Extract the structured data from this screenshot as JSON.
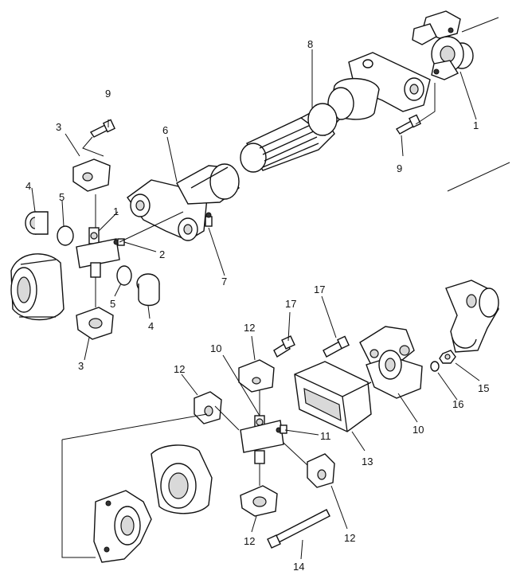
{
  "callouts": {
    "c1_top": "1",
    "c1_left": "1",
    "c2": "2",
    "c3_top": "3",
    "c3_bottom": "3",
    "c4_left": "4",
    "c4_right": "4",
    "c5_left": "5",
    "c5_right": "5",
    "c6": "6",
    "c7": "7",
    "c8": "8",
    "c9_top": "9",
    "c9_right": "9",
    "c10_left": "10",
    "c10_right": "10",
    "c11": "11",
    "c12_top": "12",
    "c12_left": "12",
    "c12_bottom": "12",
    "c12_right": "12",
    "c13": "13",
    "c14": "14",
    "c15": "15",
    "c16": "16",
    "c17_left": "17",
    "c17_right": "17"
  }
}
